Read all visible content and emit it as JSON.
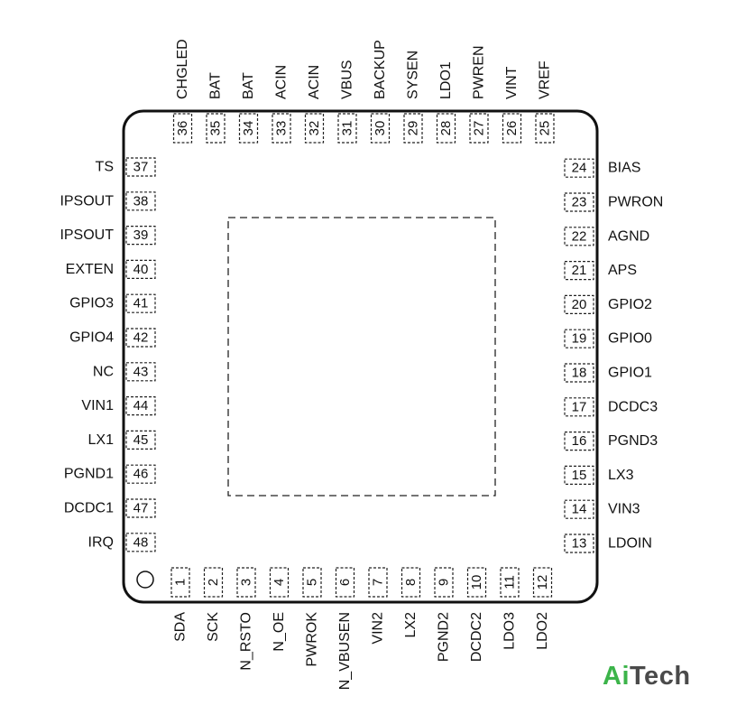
{
  "chip": {
    "pins_bottom": [
      {
        "num": "1",
        "name": "SDA"
      },
      {
        "num": "2",
        "name": "SCK"
      },
      {
        "num": "3",
        "name": "N_RSTO"
      },
      {
        "num": "4",
        "name": "N_OE"
      },
      {
        "num": "5",
        "name": "PWROK"
      },
      {
        "num": "6",
        "name": "N_VBUSEN"
      },
      {
        "num": "7",
        "name": "VIN2"
      },
      {
        "num": "8",
        "name": "LX2"
      },
      {
        "num": "9",
        "name": "PGND2"
      },
      {
        "num": "10",
        "name": "DCDC2"
      },
      {
        "num": "11",
        "name": "LDO3"
      },
      {
        "num": "12",
        "name": "LDO2"
      }
    ],
    "pins_right": [
      {
        "num": "13",
        "name": "LDOIN"
      },
      {
        "num": "14",
        "name": "VIN3"
      },
      {
        "num": "15",
        "name": "LX3"
      },
      {
        "num": "16",
        "name": "PGND3"
      },
      {
        "num": "17",
        "name": "DCDC3"
      },
      {
        "num": "18",
        "name": "GPIO1"
      },
      {
        "num": "19",
        "name": "GPIO0"
      },
      {
        "num": "20",
        "name": "GPIO2"
      },
      {
        "num": "21",
        "name": "APS"
      },
      {
        "num": "22",
        "name": "AGND"
      },
      {
        "num": "23",
        "name": "PWRON"
      },
      {
        "num": "24",
        "name": "BIAS"
      }
    ],
    "pins_top": [
      {
        "num": "25",
        "name": "VREF"
      },
      {
        "num": "26",
        "name": "VINT"
      },
      {
        "num": "27",
        "name": "PWREN"
      },
      {
        "num": "28",
        "name": "LDO1"
      },
      {
        "num": "29",
        "name": "SYSEN"
      },
      {
        "num": "30",
        "name": "BACKUP"
      },
      {
        "num": "31",
        "name": "VBUS"
      },
      {
        "num": "32",
        "name": "ACIN"
      },
      {
        "num": "33",
        "name": "ACIN"
      },
      {
        "num": "34",
        "name": "BAT"
      },
      {
        "num": "35",
        "name": "BAT"
      },
      {
        "num": "36",
        "name": "CHGLED"
      }
    ],
    "pins_left": [
      {
        "num": "37",
        "name": "TS"
      },
      {
        "num": "38",
        "name": "IPSOUT"
      },
      {
        "num": "39",
        "name": "IPSOUT"
      },
      {
        "num": "40",
        "name": "EXTEN"
      },
      {
        "num": "41",
        "name": "GPIO3"
      },
      {
        "num": "42",
        "name": "GPIO4"
      },
      {
        "num": "43",
        "name": "NC"
      },
      {
        "num": "44",
        "name": "VIN1"
      },
      {
        "num": "45",
        "name": "LX1"
      },
      {
        "num": "46",
        "name": "PGND1"
      },
      {
        "num": "47",
        "name": "DCDC1"
      },
      {
        "num": "48",
        "name": "IRQ"
      }
    ]
  },
  "logo": {
    "prefix": "Ai",
    "suffix": "Tech",
    "prefix_color": "#3cb44a",
    "suffix_color": "#4a4a4a"
  },
  "colors": {
    "outline": "#111111",
    "text": "#111111"
  }
}
